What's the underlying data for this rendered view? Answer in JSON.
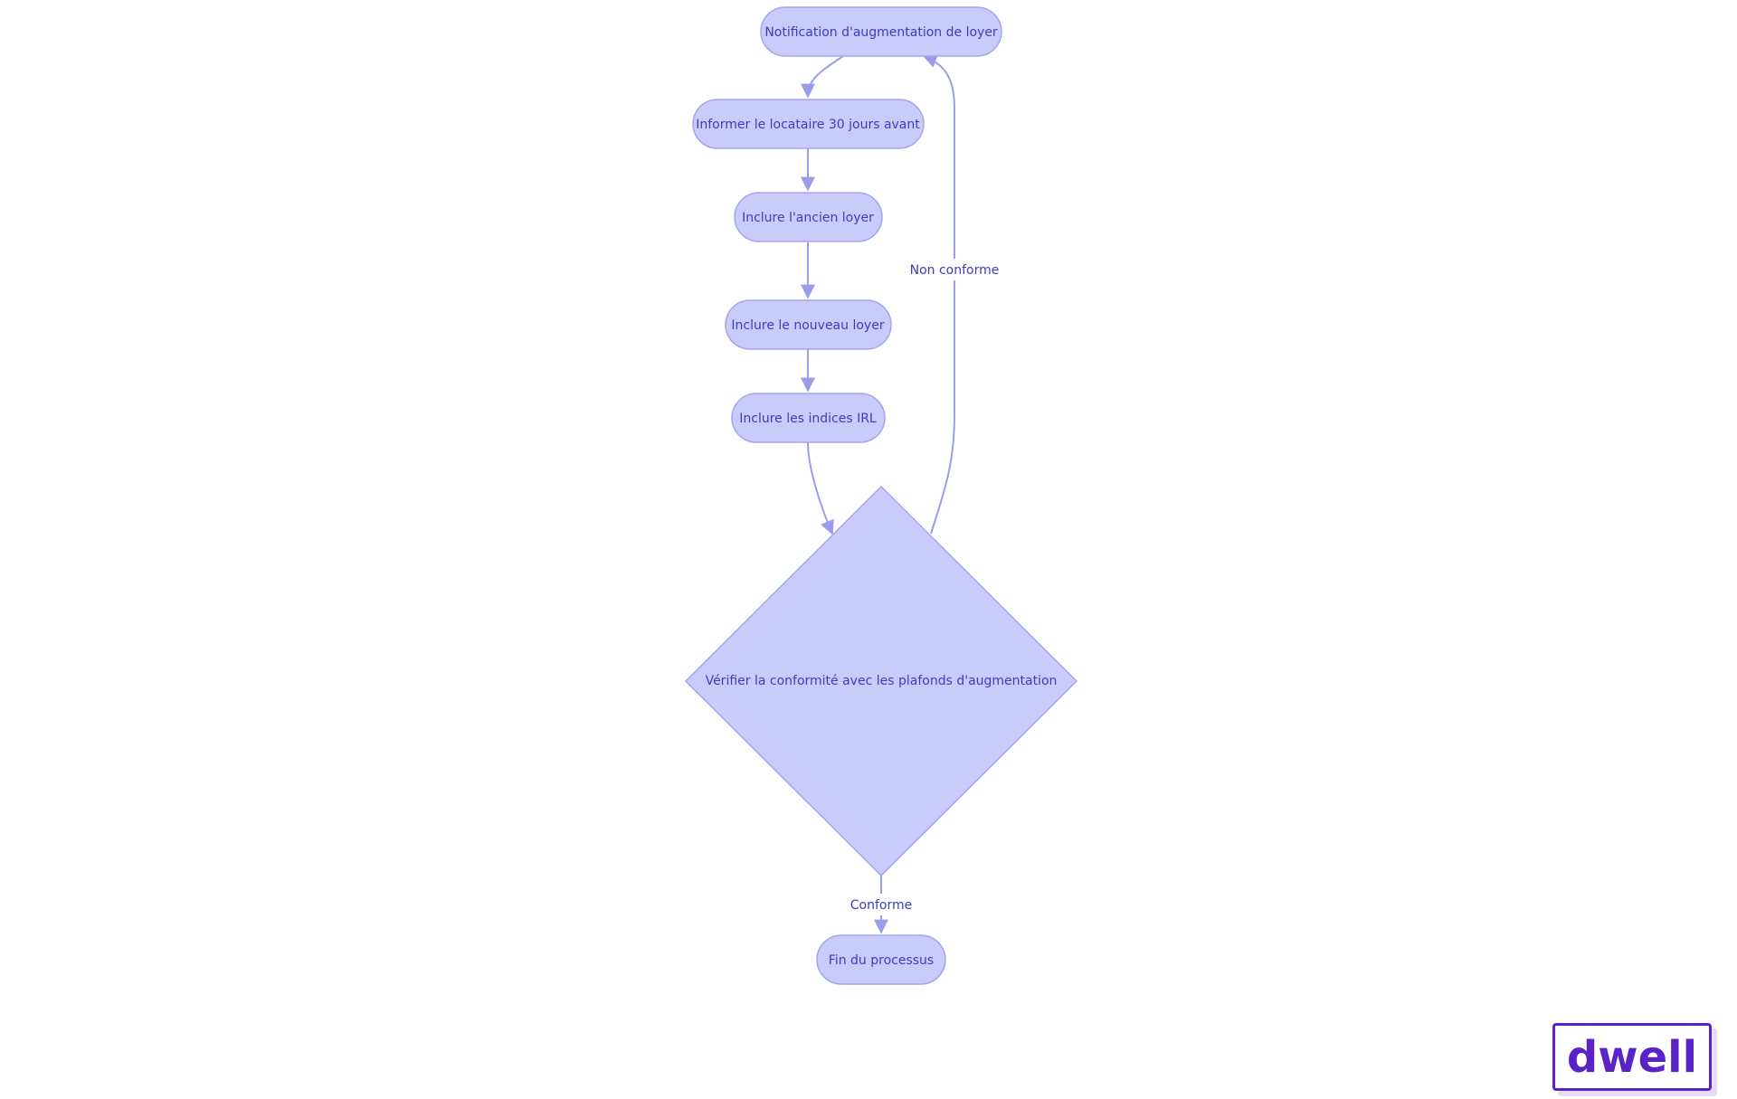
{
  "nodes": {
    "notification": "Notification d'augmentation de loyer",
    "inform": "Informer le locataire 30 jours avant",
    "old_rent": "Inclure l'ancien loyer",
    "new_rent": "Inclure le nouveau loyer",
    "irl": "Inclure les indices IRL",
    "check": "Vérifier la conformité avec les plafonds d'augmentation",
    "end": "Fin du processus"
  },
  "edges": {
    "non_compliant": "Non conforme",
    "compliant": "Conforme"
  },
  "logo": {
    "text": "dwell"
  },
  "colors": {
    "node_fill": "#c9cbfa",
    "node_stroke": "#a3a6ee",
    "edge": "#9a9eea",
    "text": "#3b3dbf",
    "logo": "#5b22c8"
  }
}
